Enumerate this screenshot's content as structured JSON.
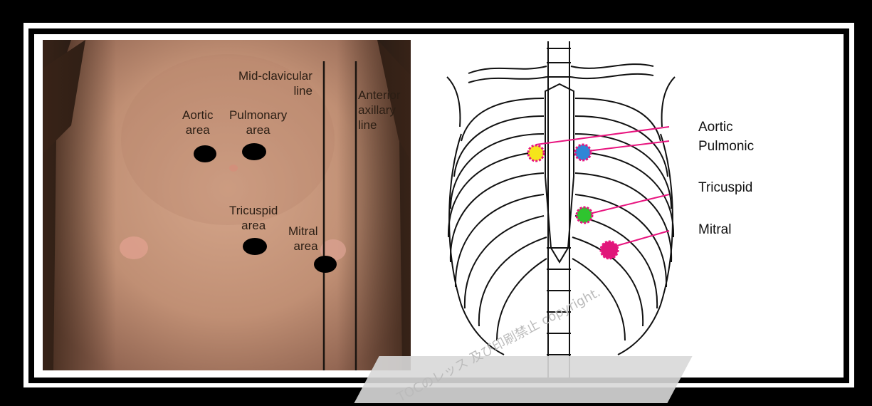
{
  "photo_labels": {
    "mid_clavicular": "Mid-clavicular\nline",
    "anterior_axillary": "Anterior\naxillary\nline",
    "aortic_area": "Aortic\narea",
    "pulmonary_area": "Pulmonary\narea",
    "tricuspid_area": "Tricuspid\narea",
    "mitral_area": "Mitral\narea"
  },
  "diagram_labels": {
    "aortic": "Aortic",
    "pulmonic": "Pulmonic",
    "tricuspid": "Tricuspid",
    "mitral": "Mitral"
  },
  "marker_colors": {
    "aortic": "#f5e51b",
    "pulmonic": "#2e86d6",
    "tricuspid": "#2fc42f",
    "mitral": "#e0167a",
    "leader_line": "#e8157f"
  },
  "watermark_text": "TOCのレッス 及び印刷禁止 copyright."
}
